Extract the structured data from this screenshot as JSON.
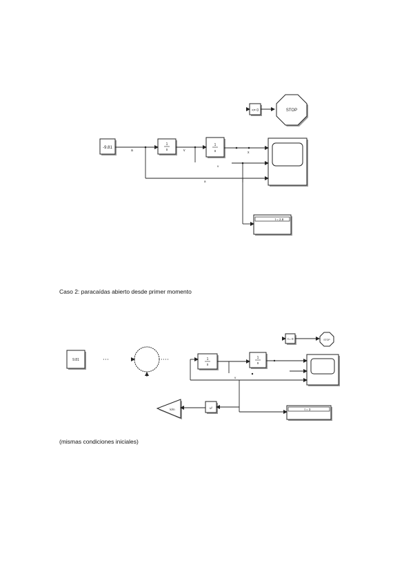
{
  "section1": {
    "constant_label": "-9.81",
    "integrator1_num": "1",
    "integrator1_den": "s",
    "integrator2_num": "1",
    "integrator2_den": "s",
    "signal_a": "a",
    "signal_v": "v",
    "signal_x": "x",
    "signal_a_feedback": "a",
    "compare_label": "<= 0",
    "stop_label": "STOP",
    "display_label": "t = 2.8"
  },
  "caption1": "Caso 2: paracaídas abierto desde primer momento",
  "section2": {
    "constant_label": "9.81",
    "integrator1_num": "1",
    "integrator1_den": "s",
    "integrator2_num": "1",
    "integrator2_den": "s",
    "signal_v": "v",
    "compare_label": "<= 0",
    "stop_label": "STOP",
    "gain_label": "k/m",
    "square_label": "u²",
    "display_label": "t = 3"
  },
  "caption2": "(mismas condiciones iniciales)",
  "colors": {
    "ink": "#222222",
    "shadow": "#9a9a9a"
  }
}
